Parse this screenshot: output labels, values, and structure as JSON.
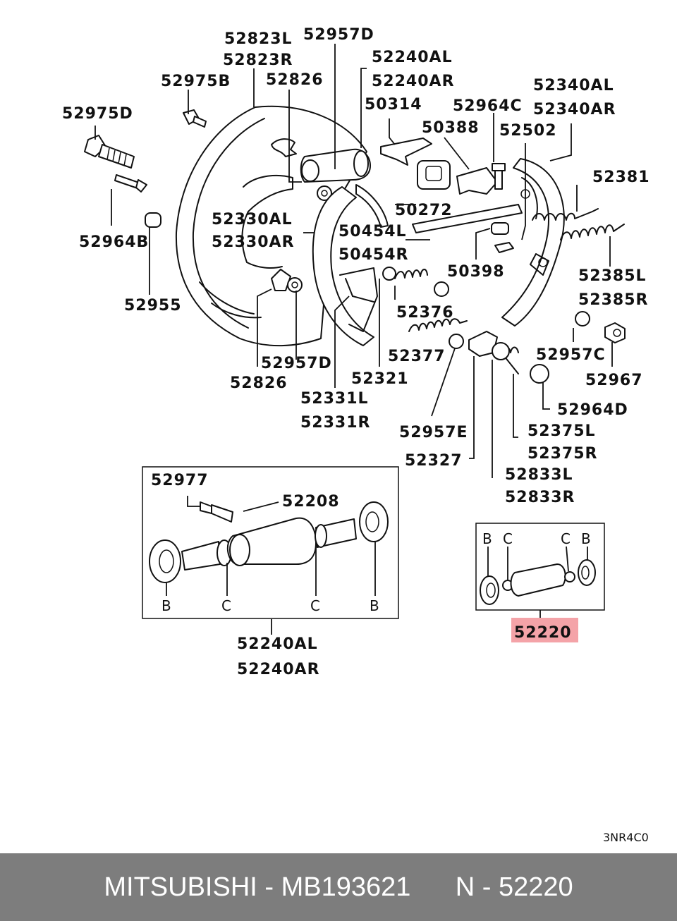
{
  "labels": {
    "l52823L": "52823L",
    "l52823R": "52823R",
    "l52957D_top": "52957D",
    "l52240AL_top": "52240AL",
    "l52240AR_top": "52240AR",
    "l52975B": "52975B",
    "l52826_top": "52826",
    "l50314": "50314",
    "l52964C": "52964C",
    "l52340AL": "52340AL",
    "l52340AR": "52340AR",
    "l52975D": "52975D",
    "l50388": "50388",
    "l52502": "52502",
    "l52381": "52381",
    "l50272": "50272",
    "l52330AL": "52330AL",
    "l52330AR": "52330AR",
    "l50454L": "50454L",
    "l50454R": "50454R",
    "l52964B": "52964B",
    "l50398": "50398",
    "l52385L": "52385L",
    "l52385R": "52385R",
    "l52955": "52955",
    "l52376": "52376",
    "l52957D_bot": "52957D",
    "l52377": "52377",
    "l52957C": "52957C",
    "l52826_bot": "52826",
    "l52321": "52321",
    "l52967": "52967",
    "l52331L": "52331L",
    "l52331R": "52331R",
    "l52964D": "52964D",
    "l52957E": "52957E",
    "l52375L": "52375L",
    "l52375R": "52375R",
    "l52327": "52327",
    "l52833L": "52833L",
    "l52833R": "52833R",
    "l52977": "52977",
    "l52208": "52208",
    "l52240AL_bot": "52240AL",
    "l52240AR_bot": "52240AR",
    "l52220": "52220",
    "kit_b1": "B",
    "kit_c1": "C",
    "kit_c2": "C",
    "kit_b2": "B",
    "cyl_b1": "B",
    "cyl_c1": "C",
    "cyl_c2": "C",
    "cyl_b2": "B",
    "diagram_code": "3NR4C0"
  },
  "highlight_color": "#f4a3a8",
  "footer": {
    "text": "MITSUBISHI - MB193621      N - 52220",
    "background": "#7d7d7d"
  }
}
